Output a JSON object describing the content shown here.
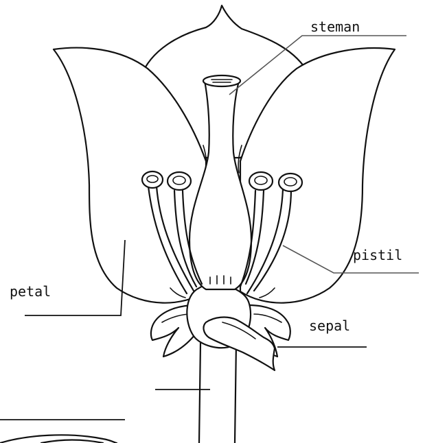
{
  "labels": {
    "steman": "steman",
    "pistil": "pistil",
    "petal": "petal",
    "sepal": "sepal"
  }
}
